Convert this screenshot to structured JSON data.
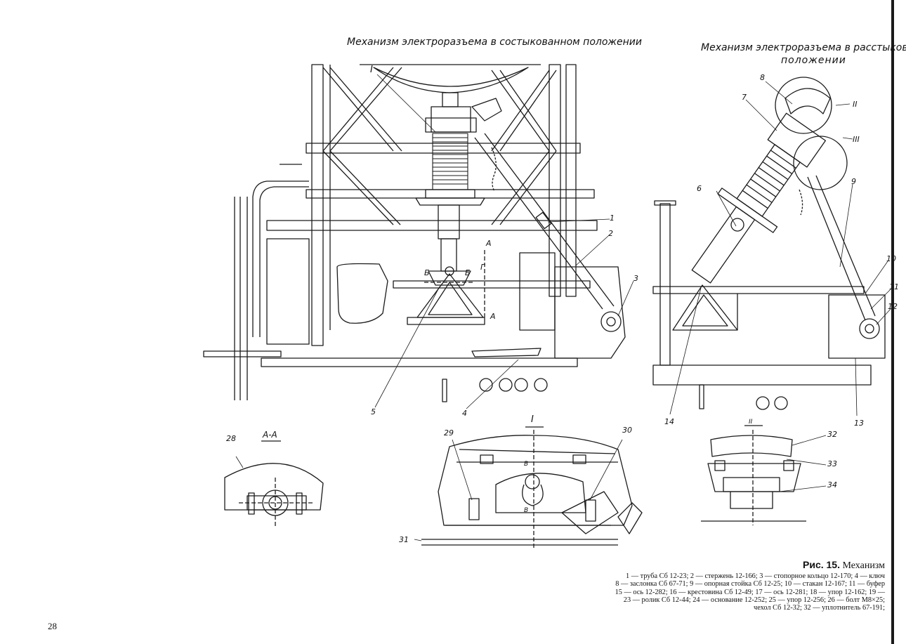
{
  "page": {
    "number": "28",
    "title_left": "Механизм электроразъема в состыкованном положении",
    "title_right_line1": "Механизм электроразъема в расстыкованном",
    "title_right_line2": "положении"
  },
  "callouts": {
    "view_I_top": "I",
    "view_I_detail": "I",
    "view_II": "II",
    "view_III": "III",
    "section_AA": "А-А",
    "b1": "Б",
    "b2": "Б",
    "a1": "А",
    "a2": "А",
    "g": "Г",
    "v1": "В",
    "v2": "В",
    "n1": "1",
    "n2": "2",
    "n3": "3",
    "n4": "4",
    "n5": "5",
    "n6": "6",
    "n7": "7",
    "n8": "8",
    "n9": "9",
    "n10": "10",
    "n11": "11",
    "n12": "12",
    "n13": "13",
    "n14": "14",
    "n28": "28",
    "n29": "29",
    "n30": "30",
    "n31": "31",
    "n32": "32",
    "n33": "33",
    "n34": "34"
  },
  "caption": {
    "fig_label": "Рис. 15.",
    "fig_title": "Механизм",
    "legend_lines": [
      "1 — труба Сб 12-23;  2 — стержень 12-166;  3 — стопорное кольцо 12-170;  4 — ключ",
      "8 — заслонка Сб 67-71; 9 — опорная стойка Сб 12-25; 10 — стакан 12-167; 11 — буфер",
      "15 — ось 12-282;  16 — крестовина Сб 12-49;  17 — ось 12-281;  18 — упор 12-162;  19 —",
      "23 — ролик Сб 12-44;  24 — основание 12-252;  25 — упор 12-256;  26 — болт М8×25;",
      "чехол Сб 12-32; 32 — уплотнитель 67-191;"
    ]
  }
}
